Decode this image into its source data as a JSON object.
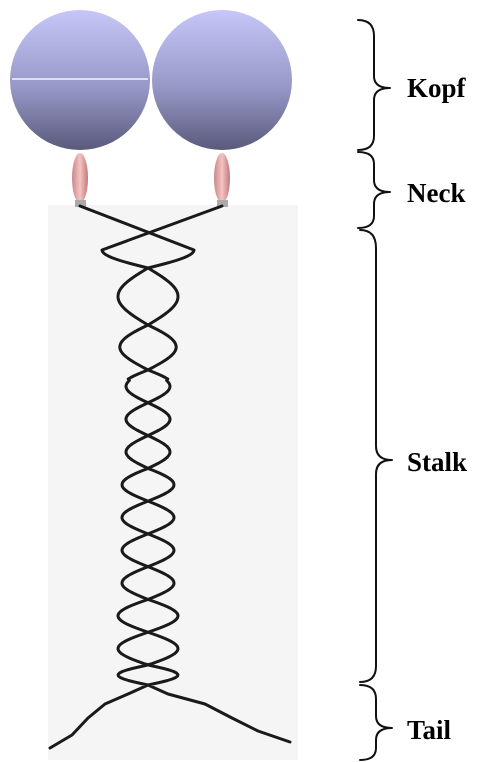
{
  "labels": {
    "head": "Kopf",
    "neck": "Neck",
    "stalk": "Stalk",
    "tail": "Tail"
  },
  "colors": {
    "head_top": "#c6c6f8",
    "head_bottom": "#585878",
    "neck_top": "#f2b8b8",
    "neck_bottom": "#c07a7a",
    "chain": "#1a1a1a",
    "bracket": "#111111",
    "stalk_background": "#f4f4f4"
  }
}
